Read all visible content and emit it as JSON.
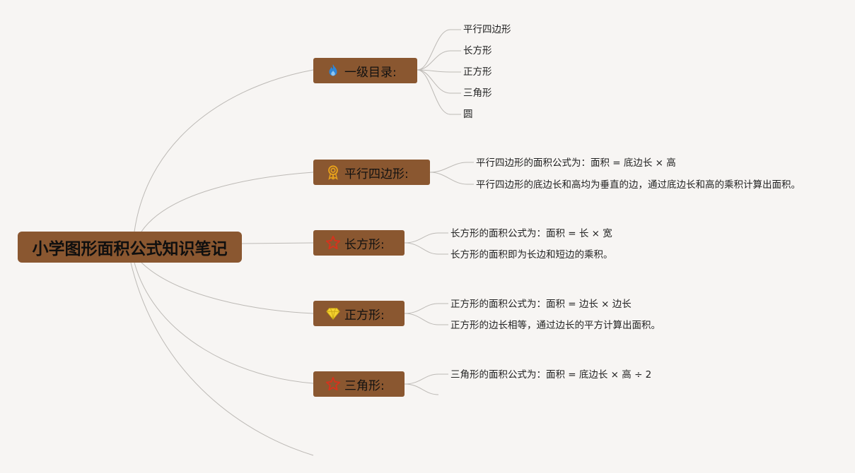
{
  "root": {
    "title": "小学图形面积公式知识笔记"
  },
  "branches": [
    {
      "label": "一级目录:",
      "icon": "fire-icon",
      "icon_color": "#2f86d6",
      "items": [
        "平行四边形",
        "长方形",
        "正方形",
        "三角形",
        "圆"
      ]
    },
    {
      "label": "平行四边形:",
      "icon": "award-badge-icon",
      "icon_color": "#e8a21a",
      "items": [
        "平行四边形的面积公式为：面积 = 底边长 × 高",
        "平行四边形的底边长和高均为垂直的边，通过底边长和高的乘积计算出面积。"
      ]
    },
    {
      "label": "长方形:",
      "icon": "star-outline-icon",
      "icon_color": "#d8321c",
      "items": [
        "长方形的面积公式为：面积 = 长 × 宽",
        "长方形的面积即为长边和短边的乘积。"
      ]
    },
    {
      "label": "正方形:",
      "icon": "diamond-icon",
      "icon_color": "#f5d230",
      "items": [
        "正方形的面积公式为：面积 = 边长 × 边长",
        "正方形的边长相等，通过边长的平方计算出面积。"
      ]
    },
    {
      "label": "三角形:",
      "icon": "star-outline-icon",
      "icon_color": "#d8321c",
      "items": [
        "三角形的面积公式为：面积 = 底边长 × 高 ÷ 2",
        ""
      ]
    }
  ],
  "colors": {
    "background": "#f7f5f3",
    "node_fill": "#8a5730",
    "connector": "#bdbab6"
  }
}
